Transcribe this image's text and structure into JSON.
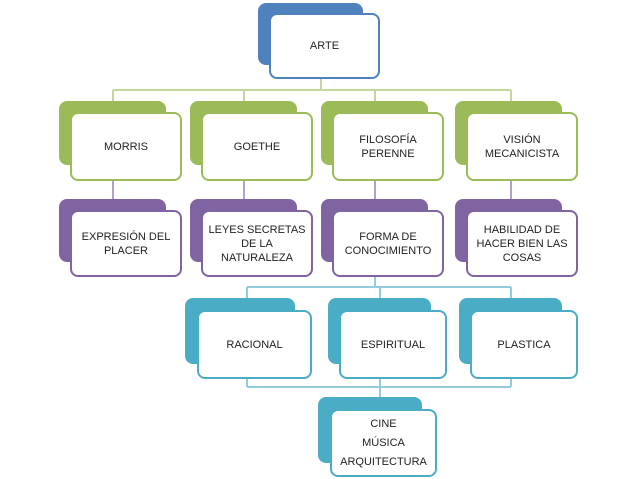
{
  "colors": {
    "root": "#4f81bd",
    "thinkers": "#9bbb59",
    "concepts": "#8064a2",
    "types": "#4bacc6"
  },
  "root": {
    "label": "ARTE"
  },
  "thinkers": [
    {
      "label": "MORRIS"
    },
    {
      "label": "GOETHE"
    },
    {
      "label": "FILOSOFÍA\nPERENNE"
    },
    {
      "label": "VISIÓN\nMECANICISTA"
    }
  ],
  "concepts": [
    {
      "label": "EXPRESIÓN DEL\nPLACER"
    },
    {
      "label": "LEYES SECRETAS\nDE LA\nNATURALEZA"
    },
    {
      "label": "FORMA DE\nCONOCIMIENTO"
    },
    {
      "label": "HABILIDAD DE\nHACER BIEN LAS\nCOSAS"
    }
  ],
  "types": [
    {
      "label": "RACIONAL"
    },
    {
      "label": "ESPIRITUAL"
    },
    {
      "label": "PLASTICA"
    }
  ],
  "examples": {
    "items": [
      "CINE",
      "MÚSICA",
      "ARQUITECTURA"
    ]
  }
}
